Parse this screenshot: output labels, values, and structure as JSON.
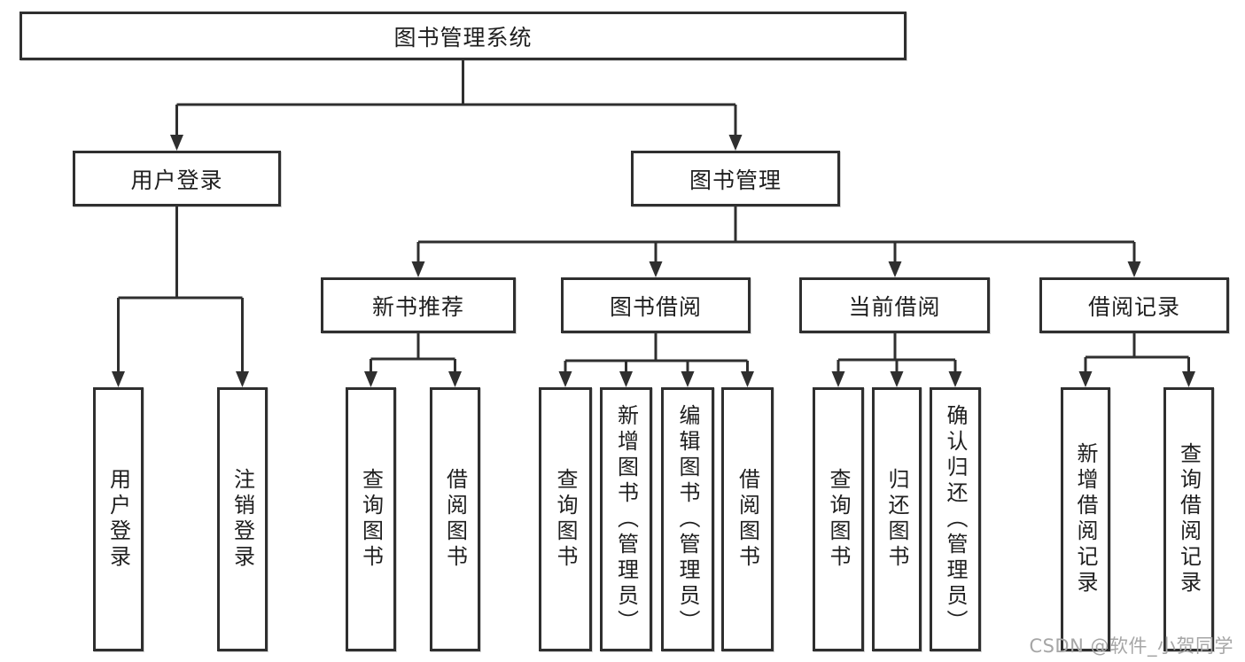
{
  "diagram": {
    "root": {
      "label": "图书管理系统"
    },
    "level2": [
      {
        "label": "用户登录"
      },
      {
        "label": "图书管理"
      }
    ],
    "level3": [
      {
        "label": "新书推荐",
        "parent": "图书管理"
      },
      {
        "label": "图书借阅",
        "parent": "图书管理"
      },
      {
        "label": "当前借阅",
        "parent": "图书管理"
      },
      {
        "label": "借阅记录",
        "parent": "图书管理"
      }
    ],
    "leaves": [
      {
        "label": "用户登录",
        "parent": "用户登录"
      },
      {
        "label": "注销登录",
        "parent": "用户登录"
      },
      {
        "label": "查询图书",
        "parent": "新书推荐"
      },
      {
        "label": "借阅图书",
        "parent": "新书推荐"
      },
      {
        "label": "查询图书",
        "parent": "图书借阅"
      },
      {
        "label": "新增图书（管理员）",
        "parent": "图书借阅"
      },
      {
        "label": "编辑图书（管理员）",
        "parent": "图书借阅"
      },
      {
        "label": "借阅图书",
        "parent": "图书借阅"
      },
      {
        "label": "查询图书",
        "parent": "当前借阅"
      },
      {
        "label": "归还图书",
        "parent": "当前借阅"
      },
      {
        "label": "确认归还（管理员）",
        "parent": "当前借阅"
      },
      {
        "label": "新增借阅记录",
        "parent": "借阅记录"
      },
      {
        "label": "查询借阅记录",
        "parent": "借阅记录"
      }
    ]
  },
  "watermark": {
    "text": "CSDN @软件_小贺同学"
  },
  "colors": {
    "line": "#2f2f2f",
    "text": "#1f1f1f",
    "watermark": "#a6a6a6",
    "background": "#ffffff"
  }
}
